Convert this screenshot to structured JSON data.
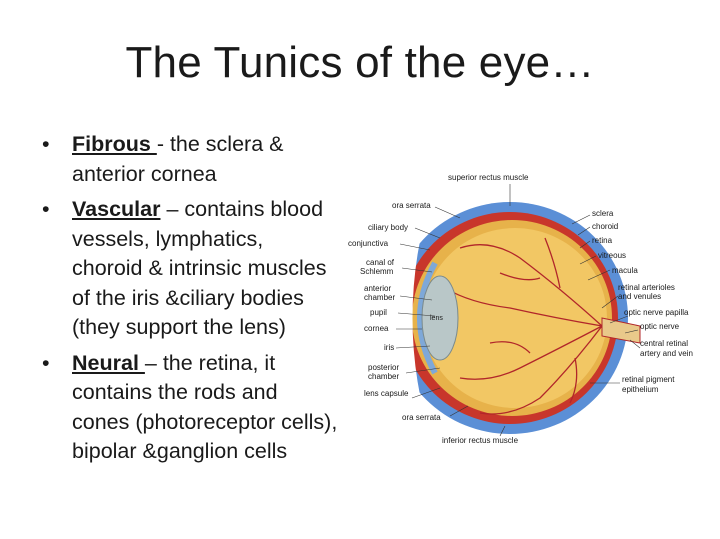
{
  "slide": {
    "title": "The Tunics of the eye…",
    "bullets": [
      {
        "term": "Fibrous ",
        "text": "-  the sclera & anterior cornea"
      },
      {
        "term": "Vascular",
        "text": " – contains blood vessels, lymphatics, choroid & intrinsic muscles of the iris &ciliary bodies (they support the lens)"
      },
      {
        "term": "Neural ",
        "text": "– the retina, it contains the rods and cones (photoreceptor cells), bipolar &ganglion cells"
      }
    ]
  },
  "diagram": {
    "labels": {
      "superior_rectus": "superior rectus muscle",
      "ora_serrata_top": "ora serrata",
      "ciliary_body": "ciliary body",
      "conjunctiva": "conjunctiva",
      "canal_1": "canal of",
      "canal_2": "Schlemm",
      "anterior_1": "anterior",
      "anterior_2": "chamber",
      "pupil": "pupil",
      "cornea": "cornea",
      "iris": "iris",
      "posterior_1": "posterior",
      "posterior_2": "chamber",
      "lens_capsule": "lens capsule",
      "ora_serrata_bottom": "ora serrata",
      "inferior_rectus": "inferior rectus muscle",
      "lens": "lens",
      "sclera": "sclera",
      "choroid": "choroid",
      "retina": "retina",
      "vitreous": "vitreous",
      "macula": "macula",
      "arterioles_1": "retinal arterioles",
      "arterioles_2": "and venules",
      "papilla": "optic nerve papilla",
      "optic_nerve": "optic nerve",
      "central_1": "central retinal",
      "central_2": "artery and vein",
      "pigment_1": "retinal pigment",
      "pigment_2": "epithelium"
    },
    "colors": {
      "sclera": "#5b8fd6",
      "choroid": "#c8362b",
      "retina": "#e7b24a",
      "vitreous": "#f2c764",
      "vessels": "#b1262a",
      "lens": "#b9c7c8"
    }
  }
}
